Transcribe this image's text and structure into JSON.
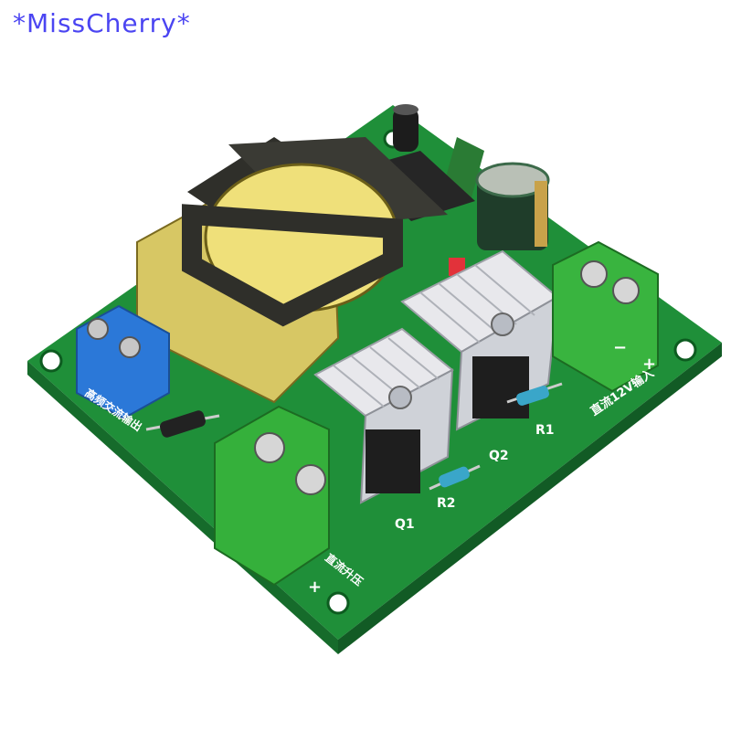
{
  "watermark": {
    "text": "*MissCherry*",
    "color": "#4b45f2"
  },
  "board": {
    "silkscreen": {
      "q1": "Q1",
      "q2": "Q2",
      "r1": "R1",
      "r2": "R2",
      "input_label": "直流12V输入",
      "output_label": "高频交流输出",
      "output_label_2": "直流升压"
    },
    "terminals": {
      "minus": "−",
      "plus": "+"
    }
  },
  "colors": {
    "pcb": "#1e8f3a",
    "pcb_dark": "#147030",
    "terminal_green": "#37b23a",
    "terminal_blue": "#2a76d6",
    "heatsink": "#d9d9de",
    "transformer_core": "#3b3b35",
    "transformer_bobbin": "#d8c56a"
  }
}
